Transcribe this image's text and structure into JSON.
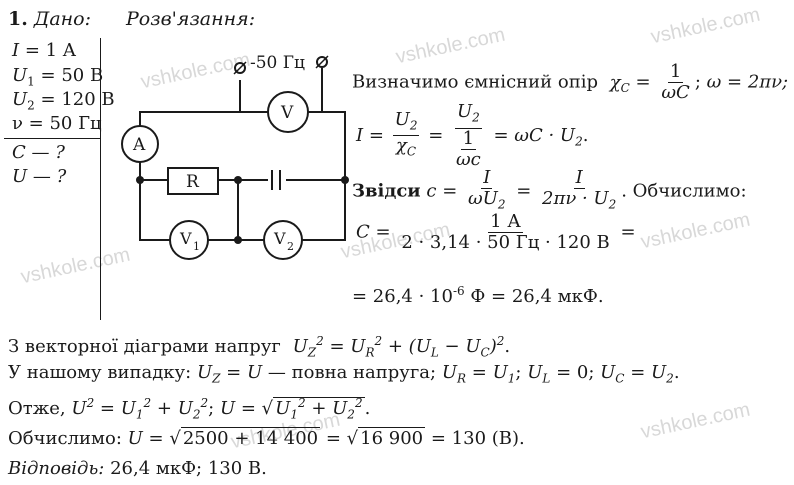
{
  "watermark": "vshkole.com",
  "header": {
    "number": "1.",
    "given_label": "Дано:",
    "solution_label": "Розв'язання:"
  },
  "given": {
    "current": "I = 1 A",
    "u1": "50 В",
    "u2": "120 В",
    "freq": "ν = 50 Гц",
    "find_c": "C — ?",
    "find_u": "U — ?"
  },
  "circuit": {
    "source_label": "-50 Гц",
    "ammeter": "A",
    "voltmeter": "V",
    "resistor": "R",
    "voltmeter1": "V",
    "voltmeter1_sub": "1",
    "voltmeter2": "V",
    "voltmeter2_sub": "2"
  },
  "solution": {
    "line1_text": "Визначимо ємнісний опір",
    "line1_formula_lhs": "χ",
    "line1_sep": "ω = 2πν;",
    "line3_prefix": "Звідси",
    "line3_suffix": ". Обчислимо:",
    "c_numerator": "1 А",
    "c_denominator": "2 · 3,14 · 50 Гц · 120 В",
    "c_result": "= 26,4 · 10",
    "c_exp": "-6",
    "c_unit": "Ф = 26,4 мкФ."
  },
  "bottom": {
    "line1": "З векторної діаграми напруг",
    "line2_prefix": "У нашому випадку:",
    "line2_mid": "— повна напруга;",
    "line3_prefix": "Отже,",
    "line4_prefix": "Обчислимо:",
    "line4_sqrt1": "2500 + 14 400",
    "line4_sqrt2": "16 900",
    "line4_result": "= 130 (В).",
    "answer_label": "Відповідь:",
    "answer_value": "26,4 мкФ; 130 В."
  }
}
